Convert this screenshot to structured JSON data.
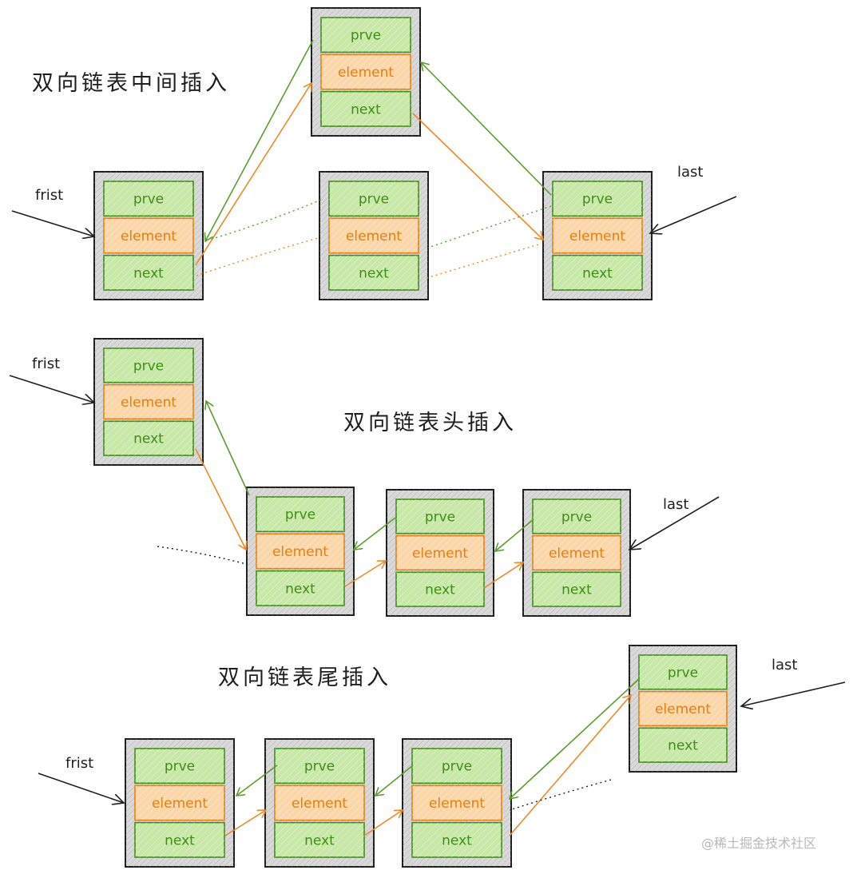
{
  "titles": {
    "middle": "双向链表中间插入",
    "head": "双向链表头插入",
    "tail": "双向链表尾插入"
  },
  "node_fields": {
    "prev": "prve",
    "element": "element",
    "next": "next"
  },
  "pointers": {
    "first": "frist",
    "last": "last"
  },
  "watermark": "@稀土掘金技术社区",
  "colors": {
    "green_fill": "#c7e8a6",
    "green_stroke": "#3f8f17",
    "orange_fill": "#fbd6a8",
    "orange_stroke": "#e87f12",
    "node_background": "#d9d9d9"
  }
}
